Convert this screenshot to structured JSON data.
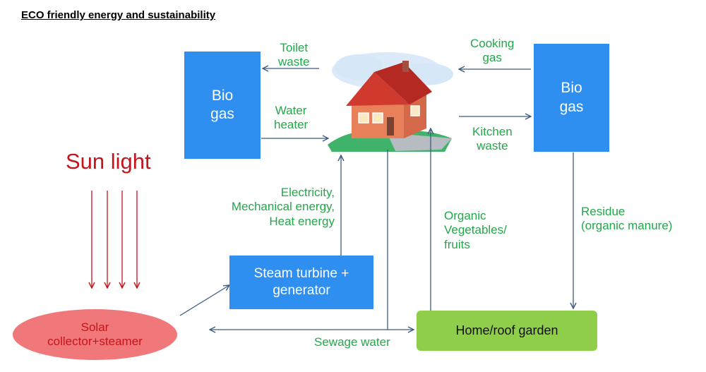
{
  "title": "ECO friendly energy and sustainability",
  "nodes": {
    "biogas_left": "Bio\ngas",
    "biogas_right": "Bio\ngas",
    "steam_turbine": "Steam turbine +\ngenerator",
    "solar": "Solar\ncollector+steamer",
    "garden": "Home/roof garden",
    "house_icon": "house-icon"
  },
  "sun_label": "Sun light",
  "edge_labels": {
    "toilet_waste": "Toilet\nwaste",
    "water_heater": "Water\nheater",
    "cooking_gas": "Cooking\ngas",
    "kitchen_waste": "Kitchen\nwaste",
    "energy": "Electricity,\nMechanical energy,\nHeat energy",
    "organic": "Organic\nVegetables/\nfruits",
    "residue": "Residue\n(organic manure)",
    "sewage": "Sewage water"
  },
  "colors": {
    "box_blue": "#2f8ff0",
    "label_green": "#22a84a",
    "sun_red": "#c3151b",
    "solar_fill": "#f0787a",
    "garden_fill": "#8fce4a",
    "arrow": "#3d5a80"
  }
}
